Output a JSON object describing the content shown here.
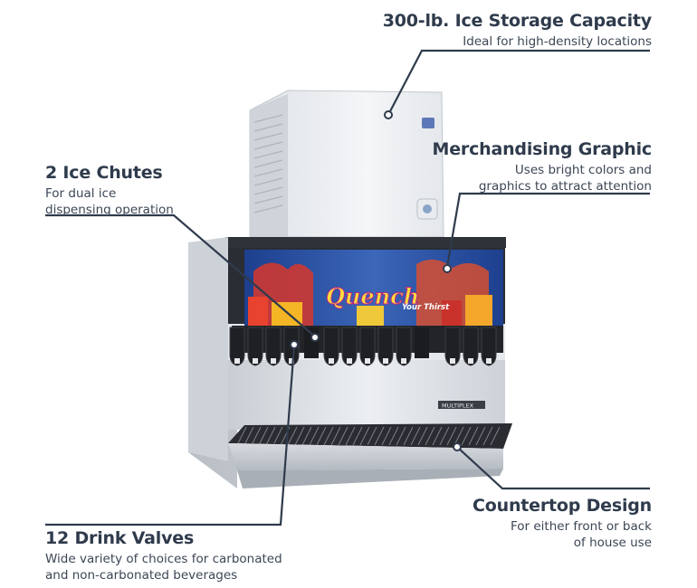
{
  "callouts": {
    "ice_storage": {
      "title": "300-lb. Ice Storage Capacity",
      "desc": [
        "Ideal for high-density locations"
      ]
    },
    "merch_graphic": {
      "title": "Merchandising Graphic",
      "desc": [
        "Uses bright colors and",
        "graphics to attract attention"
      ]
    },
    "ice_chutes": {
      "title": "2 Ice Chutes",
      "desc": [
        "For dual ice",
        "dispensing operation"
      ]
    },
    "countertop": {
      "title": "Countertop Design",
      "desc": [
        "For either front or back",
        "of house use"
      ]
    },
    "drink_valves": {
      "title": "12 Drink Valves",
      "desc": [
        "Wide variety of choices for carbonated",
        "and non-carbonated beverages"
      ]
    }
  },
  "product_graphic": {
    "brand_word": "Quench",
    "tagline": "Your Thirst",
    "manufacturer_badge": "MULTIPLEX"
  },
  "colors": {
    "text": "#2f3b4c",
    "leader_line": "#2f3b4c",
    "stainless": "#d9dde2",
    "graphic_blue": "#2b4d9c"
  }
}
